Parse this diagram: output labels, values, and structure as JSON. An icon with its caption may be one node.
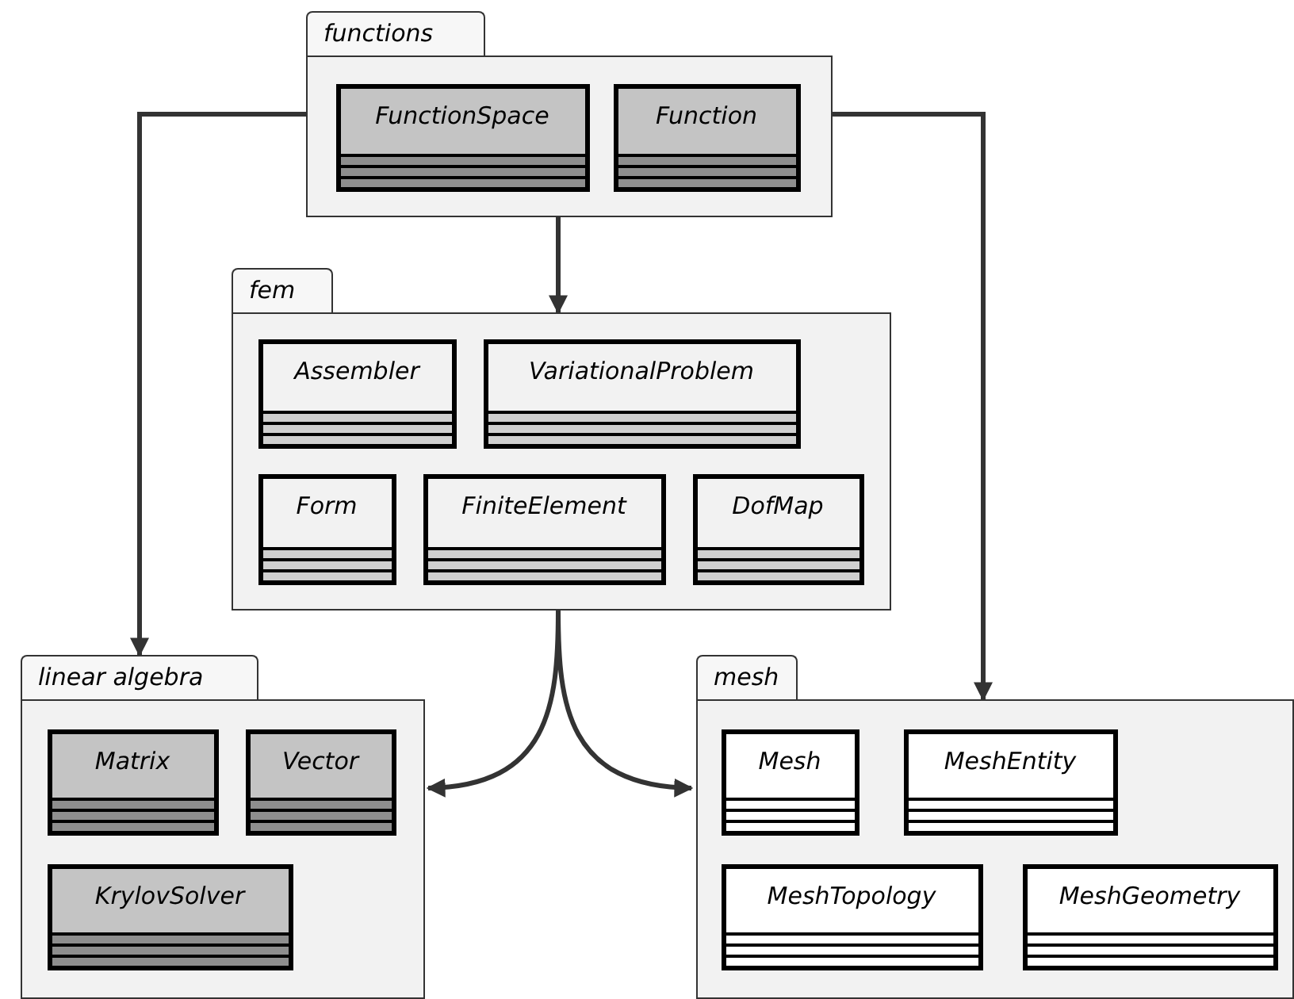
{
  "diagram": {
    "nodes": [
      {
        "text": [
          "functions"
        ]
      },
      {
        "text": [
          "FunctionSpace"
        ],
        "in": 0
      },
      {
        "text": [
          "Function"
        ],
        "in": 0
      },
      {
        "text": [
          "fem"
        ]
      },
      {
        "text": [
          "Assembler"
        ],
        "in": 3
      },
      {
        "text": [
          "VariationalProblem"
        ],
        "in": 3
      },
      {
        "text": [
          "Form"
        ],
        "in": 3
      },
      {
        "text": [
          "FiniteElement"
        ],
        "in": 3
      },
      {
        "text": [
          "DofMap"
        ],
        "in": 3
      },
      {
        "text": [
          "linear algebra"
        ]
      },
      {
        "text": [
          "Matrix"
        ],
        "in": 9
      },
      {
        "text": [
          "Vector"
        ],
        "in": 9
      },
      {
        "text": [
          "KrylovSolver"
        ],
        "in": 9
      },
      {
        "text": [
          "mesh"
        ]
      },
      {
        "text": [
          "Mesh"
        ],
        "in": 13
      },
      {
        "text": [
          "MeshEntity"
        ],
        "in": 13
      },
      {
        "text": [
          "MeshTopology"
        ],
        "in": 13
      },
      {
        "text": [
          "MeshGeometry"
        ],
        "in": 13
      }
    ],
    "edges": [
      {
        "from": 0,
        "to": 9,
        "arrow": "to"
      },
      {
        "from": 0,
        "to": 13,
        "arrow": "to"
      },
      {
        "from": 0,
        "to": 3,
        "arrow": "to"
      },
      {
        "from": 3,
        "to": 9,
        "arrow": "to"
      },
      {
        "from": 3,
        "to": 13,
        "arrow": "to"
      }
    ]
  }
}
